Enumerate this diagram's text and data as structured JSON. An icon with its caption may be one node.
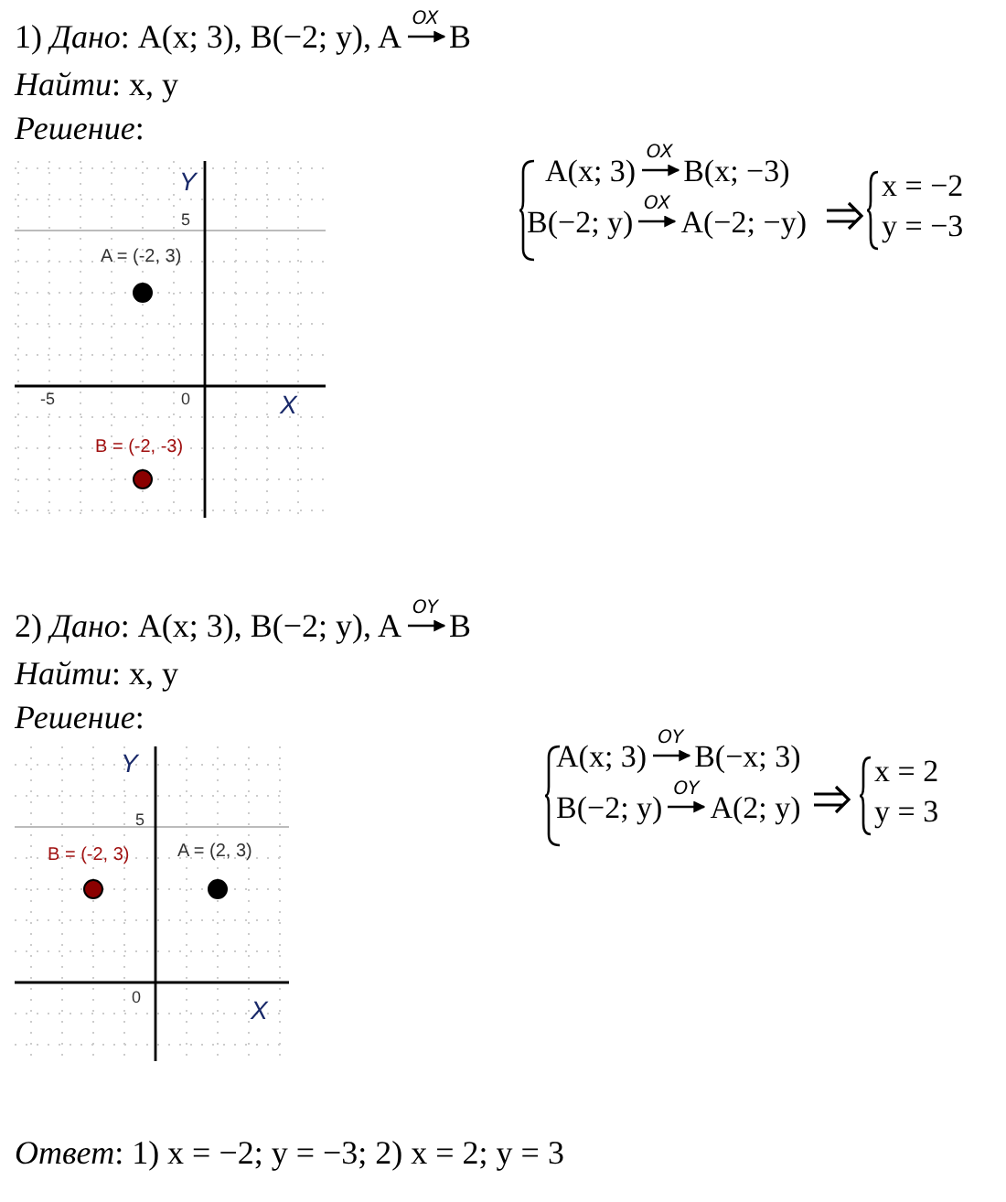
{
  "diagram": {
    "labels": [
      "1) *Дано*: A(x; 3), B(−2; y), A",
      "OX",
      "B",
      "*Найти*: x, y",
      "*Решение*:",
      "Y",
      "5",
      "A = (-2, 3)",
      "-5",
      "0",
      "X",
      "B = (-2, -3)",
      "A(x; 3)",
      "OX",
      "B(x; −3)",
      "B(−2; y)",
      "OX",
      "A(−2; −y)",
      "x = −2",
      "y = −3",
      "2) *Дано*: A(x; 3), B(−2; y), A",
      "OY",
      "B",
      "*Найти*: x, y",
      "*Решение*:",
      "Y",
      "5",
      "B = (-2, 3)",
      "A = (2, 3)",
      "0",
      "X",
      "A(x; 3)",
      "OY",
      "B(−x; 3)",
      "B(−2; y)",
      "OY",
      "A(2; y)",
      "x = 2",
      "y = 3",
      "*Ответ*: 1) x = −2; y = −3;  2) x = 2; y = 3"
    ]
  }
}
